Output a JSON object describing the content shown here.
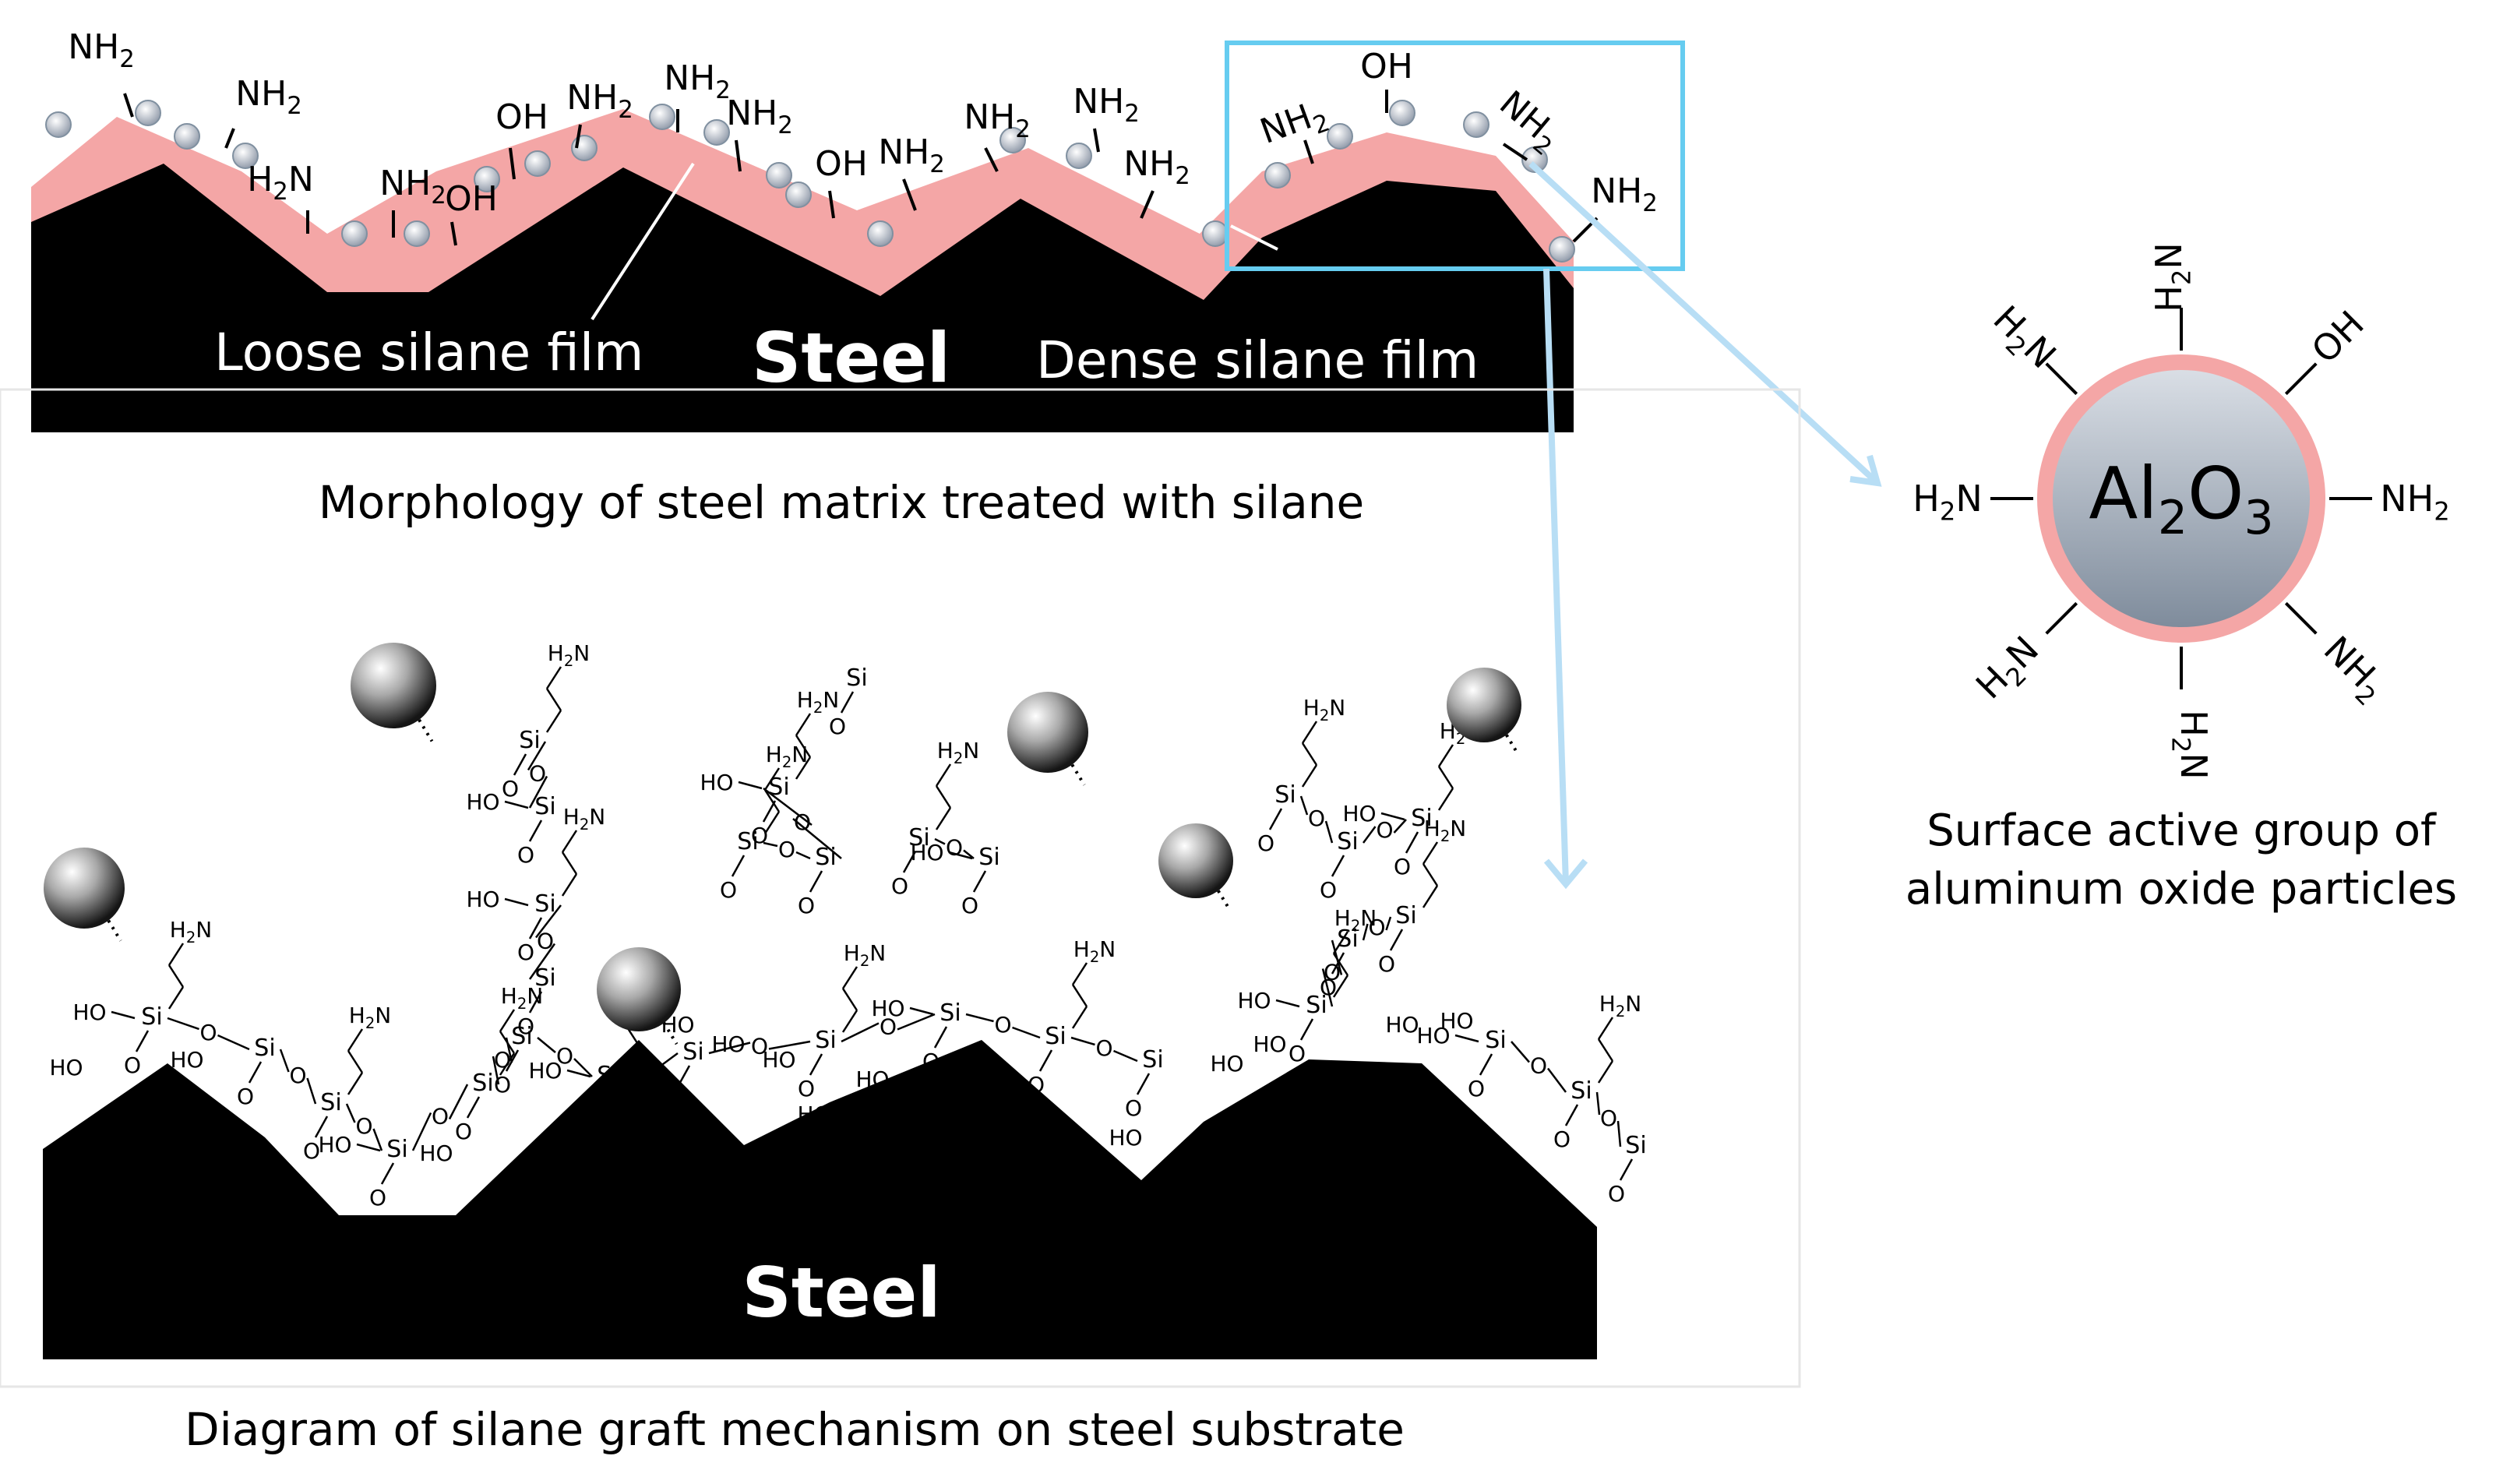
{
  "panel_top": {
    "steel_label": "Steel",
    "loose_label": "Loose silane film",
    "dense_label": "Dense silane film",
    "caption": "Morphology of steel matrix treated with silane",
    "groups": [
      "NH2",
      "NH2",
      "H2N",
      "NH2",
      "OH",
      "OH",
      "NH2",
      "NH2",
      "NH2",
      "OH",
      "NH2",
      "NH2",
      "NH2",
      "NH2",
      "OH",
      "NH2",
      "NH2"
    ]
  },
  "panel_particle": {
    "core_label": "Al2O3",
    "groups": [
      "H2N",
      "OH",
      "NH2",
      "NH2",
      "H2N",
      "H2N",
      "H2N",
      "H2N"
    ],
    "caption_line1": "Surface active group of",
    "caption_line2": "aluminum oxide particles"
  },
  "panel_bottom": {
    "steel_label": "Steel",
    "caption": "Diagram of silane graft mechanism on steel substrate",
    "si_atom": "Si",
    "o_atom": "O",
    "hydroxyl": "HO",
    "amine": "H2N"
  },
  "colors": {
    "steel": "#000000",
    "silane_film": "#f4a6a6",
    "highlight_box": "#66ccf0",
    "arrow": "#b8def5",
    "particle_core": "#aab5c2",
    "particle_shell": "#f4a6a6"
  }
}
